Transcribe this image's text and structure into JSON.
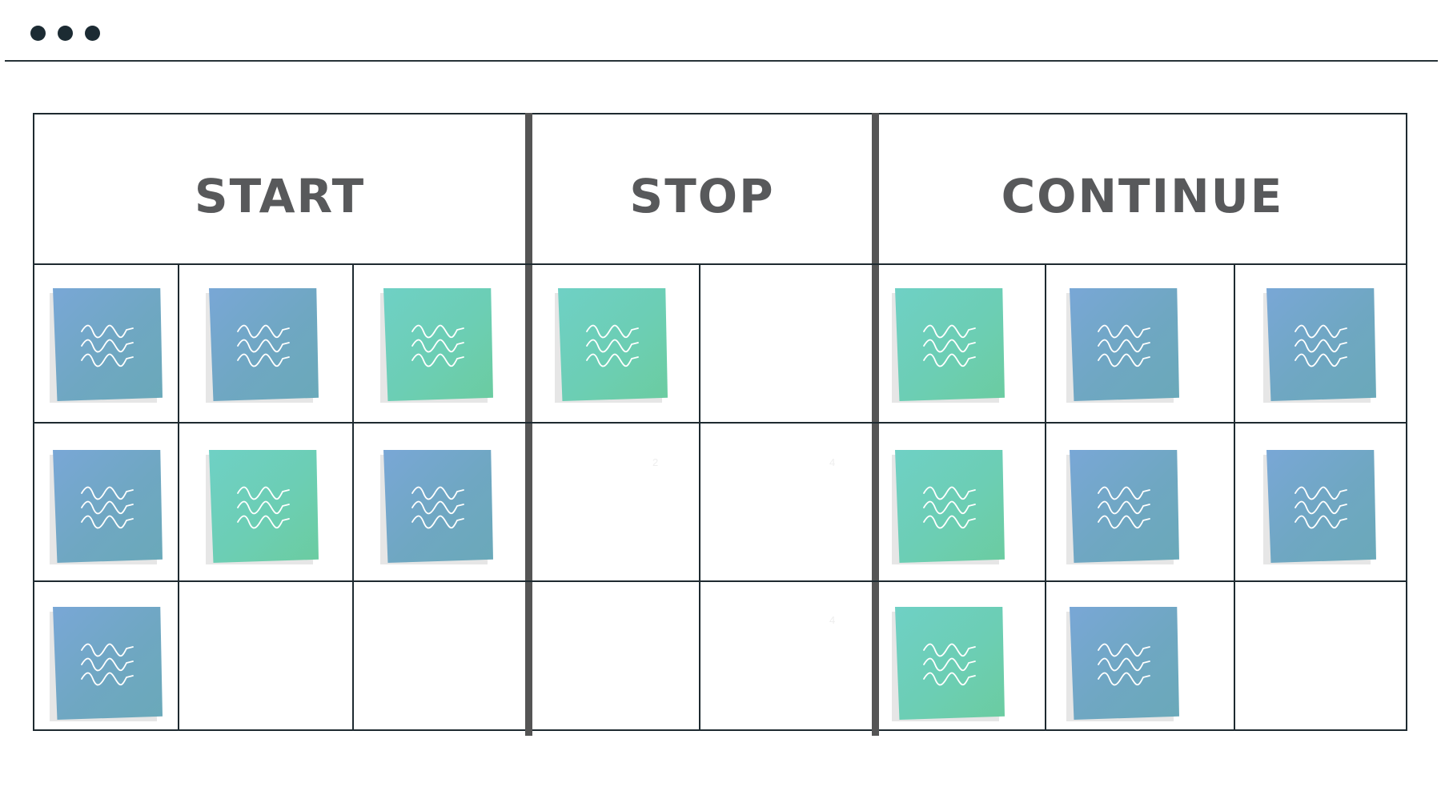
{
  "window": {
    "controls": [
      "dot-icon",
      "dot-icon",
      "dot-icon"
    ]
  },
  "board": {
    "columns": [
      {
        "key": "start",
        "title": "START",
        "notes": [
          {
            "row": 0,
            "col": 0,
            "color": "blue"
          },
          {
            "row": 0,
            "col": 1,
            "color": "blue"
          },
          {
            "row": 0,
            "col": 2,
            "color": "green"
          },
          {
            "row": 1,
            "col": 0,
            "color": "blue"
          },
          {
            "row": 1,
            "col": 1,
            "color": "green"
          },
          {
            "row": 1,
            "col": 2,
            "color": "blue"
          },
          {
            "row": 2,
            "col": 0,
            "color": "blue"
          }
        ]
      },
      {
        "key": "stop",
        "title": "STOP",
        "notes": [
          {
            "row": 0,
            "col": 0,
            "color": "green"
          }
        ]
      },
      {
        "key": "continue",
        "title": "CONTINUE",
        "notes": [
          {
            "row": 0,
            "col": 0,
            "color": "green"
          },
          {
            "row": 0,
            "col": 1,
            "color": "blue"
          },
          {
            "row": 0,
            "col": 2,
            "color": "blue"
          },
          {
            "row": 1,
            "col": 0,
            "color": "green"
          },
          {
            "row": 1,
            "col": 1,
            "color": "blue"
          },
          {
            "row": 1,
            "col": 2,
            "color": "blue"
          },
          {
            "row": 2,
            "col": 0,
            "color": "green"
          },
          {
            "row": 2,
            "col": 1,
            "color": "blue"
          }
        ]
      }
    ],
    "faint_marks": [
      "2",
      "4",
      "4"
    ],
    "colors": {
      "blue": "#74a7c9",
      "green": "#6dcfb8",
      "divider": "#555555",
      "title": "#58595b"
    }
  }
}
